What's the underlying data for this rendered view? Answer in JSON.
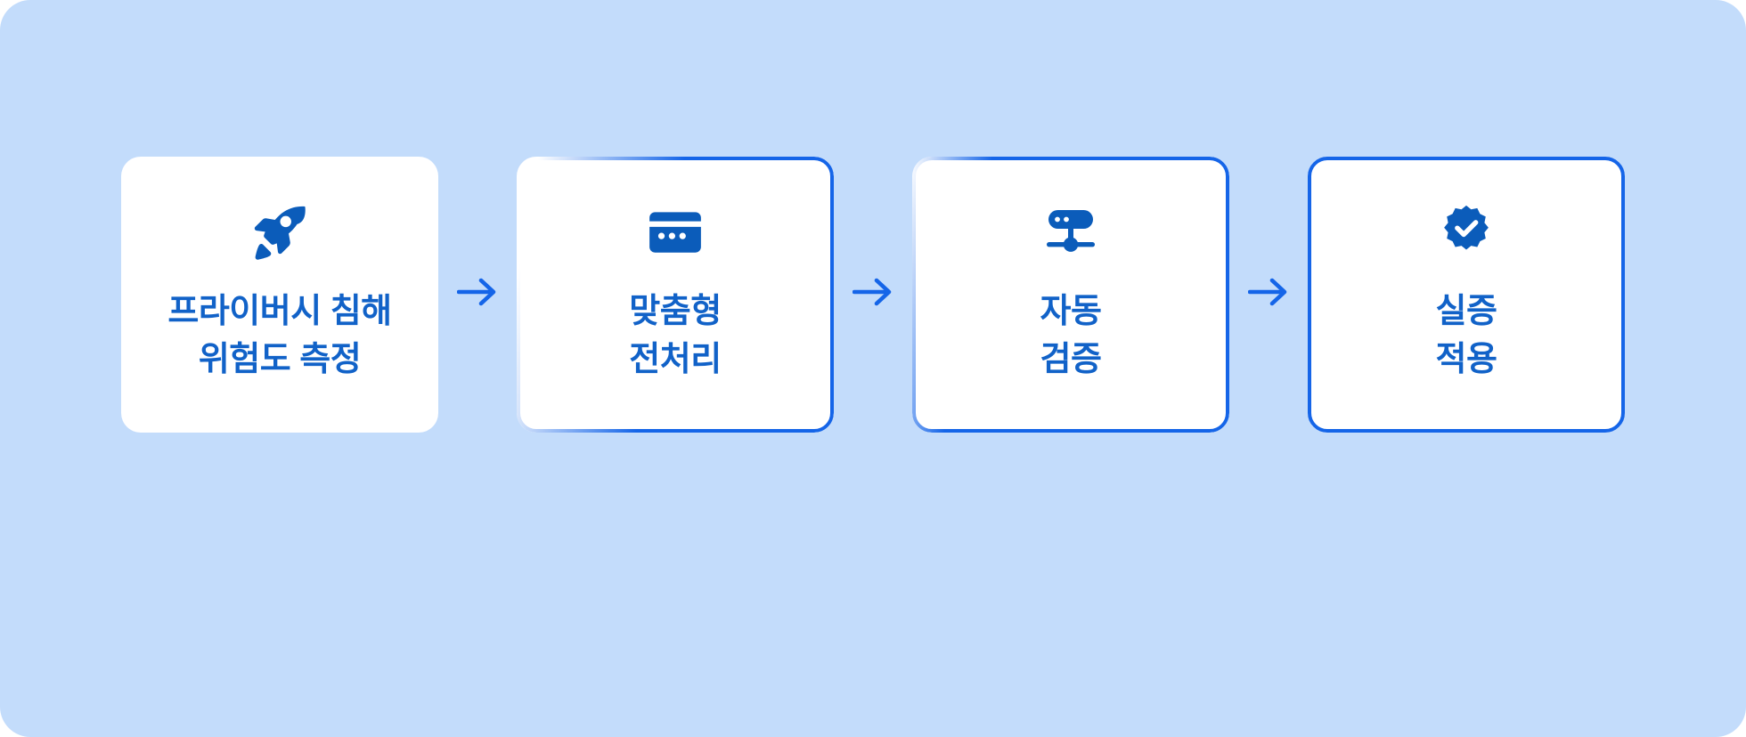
{
  "background_color": "#c3dcfb",
  "card_background": "#ffffff",
  "accent_color": "#1565e8",
  "icon_color": "#0b5cba",
  "text_color": "#1162c8",
  "flow": {
    "steps": [
      {
        "id": "step-1",
        "icon": "rocket-icon",
        "label": "프라이버시 침해\n위험도 측정",
        "line1": "프라이버시 침해",
        "line2": "위험도 측정",
        "border_style": "none"
      },
      {
        "id": "step-2",
        "icon": "browser-window-icon",
        "label": "맞춤형\n전처리",
        "line1": "맞춤형",
        "line2": "전처리",
        "border_style": "partial-fade"
      },
      {
        "id": "step-3",
        "icon": "server-node-icon",
        "label": "자동\n검증",
        "line1": "자동",
        "line2": "검증",
        "border_style": "partial-fade"
      },
      {
        "id": "step-4",
        "icon": "verified-badge-icon",
        "label": "실증\n적용",
        "line1": "실증",
        "line2": "적용",
        "border_style": "full"
      }
    ],
    "connectors": [
      {
        "id": "arrow-1",
        "icon": "arrow-right-icon"
      },
      {
        "id": "arrow-2",
        "icon": "arrow-right-icon"
      },
      {
        "id": "arrow-3",
        "icon": "arrow-right-icon"
      }
    ]
  }
}
